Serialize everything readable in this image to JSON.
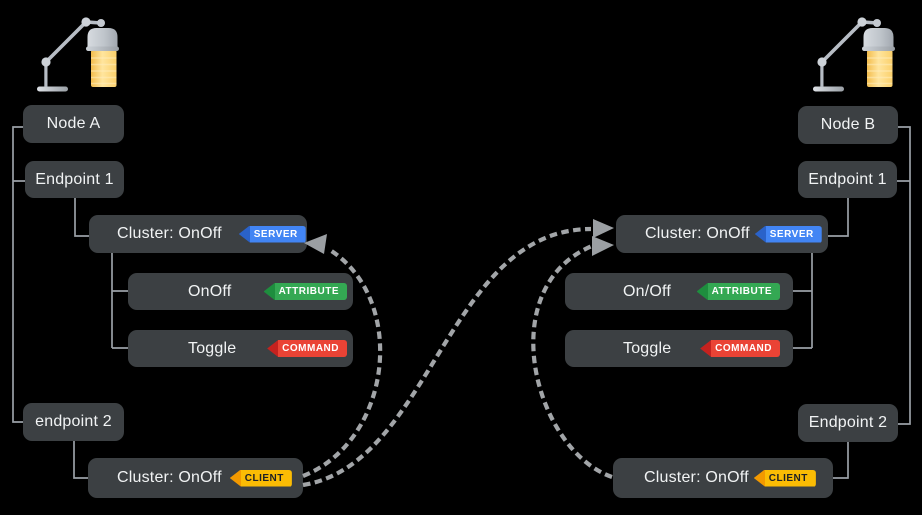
{
  "badges": {
    "server": {
      "label": "SERVER",
      "bg": "#4285f4",
      "point": "#2a62c9",
      "text_color": "#ffffff"
    },
    "attribute": {
      "label": "ATTRIBUTE",
      "bg": "#34a853",
      "point": "#1e8e3e",
      "text_color": "#ffffff"
    },
    "command": {
      "label": "COMMAND",
      "bg": "#ea4335",
      "point": "#c5221f",
      "text_color": "#ffffff"
    },
    "client": {
      "label": "CLIENT",
      "bg": "#fbbc04",
      "point": "#f29900",
      "text_color": "#202124"
    }
  },
  "nodes": {
    "left": {
      "device_icon": "desk-lamp-icon",
      "node_label": "Node A",
      "endpoint1_label": "Endpoint 1",
      "server_cluster_label": "Cluster: OnOff",
      "attribute_label": "OnOff",
      "command_label": "Toggle",
      "endpoint2_label": "endpoint 2",
      "client_cluster_label": "Cluster: OnOff"
    },
    "right": {
      "device_icon": "desk-lamp-icon",
      "node_label": "Node B",
      "endpoint1_label": "Endpoint 1",
      "server_cluster_label": "Cluster: OnOff",
      "attribute_label": "On/Off",
      "command_label": "Toggle",
      "endpoint2_label": "Endpoint 2",
      "client_cluster_label": "Cluster: OnOff"
    }
  },
  "connections": [
    {
      "from": "node-a-client-cluster",
      "to": "node-a-server-cluster",
      "style": "dashed-arrow"
    },
    {
      "from": "node-a-client-cluster",
      "to": "node-b-server-cluster",
      "style": "dashed-arrow"
    },
    {
      "from": "node-b-client-cluster",
      "to": "node-b-server-cluster",
      "style": "dashed-arrow"
    }
  ],
  "colors": {
    "background": "#000000",
    "box_bg": "#3c4043",
    "box_text": "#f1f3f4",
    "connector_line": "#9aa0a6",
    "dashed_arrow": "#a2a5a8"
  }
}
